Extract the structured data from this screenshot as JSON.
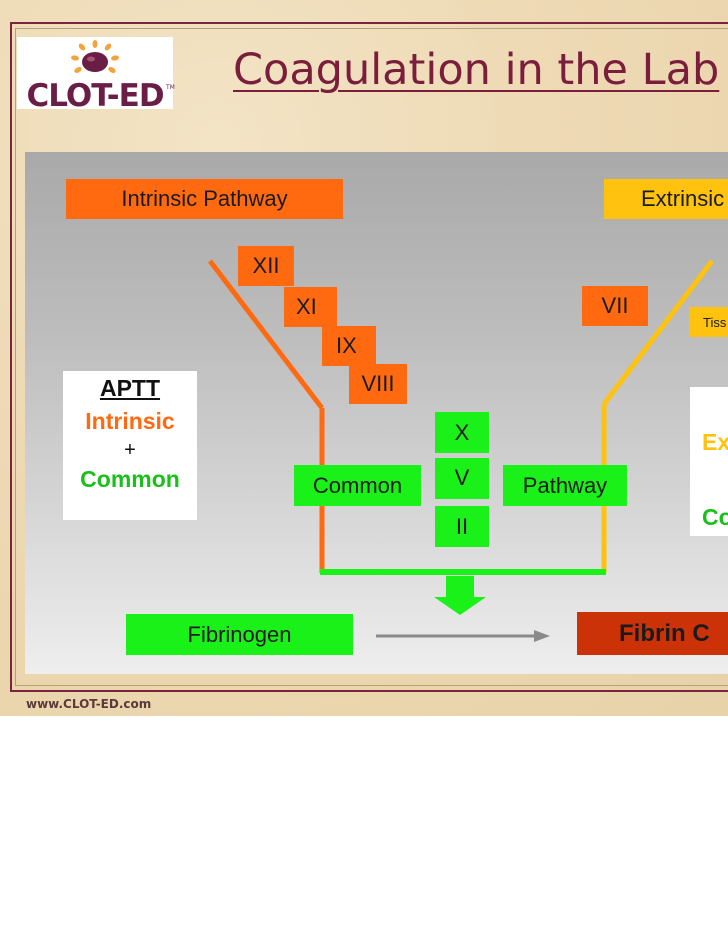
{
  "header": {
    "logo_text": "CLOT-ED",
    "logo_tm": "TM",
    "title": "Coagulation in the Lab"
  },
  "pathways": {
    "intrinsic_label": "Intrinsic Pathway",
    "extrinsic_label": "Extrinsic"
  },
  "factors": {
    "intrinsic": [
      "XII",
      "XI",
      "IX",
      "VIII"
    ],
    "extrinsic": [
      "VII"
    ],
    "tissue_factor_partial": "Tiss",
    "common": [
      "X",
      "V",
      "II"
    ]
  },
  "common_pathway": {
    "left_label": "Common",
    "right_label": "Pathway"
  },
  "aptt_box": {
    "title": "APTT",
    "line1": "Intrinsic",
    "plus": "+",
    "line2": "Common"
  },
  "pt_box": {
    "line1_partial": "Ex",
    "line2_partial": "Co"
  },
  "products": {
    "fibrinogen": "Fibrinogen",
    "fibrin_partial": "Fibrin C"
  },
  "footer": {
    "url": "www.CLOT-ED.com"
  },
  "colors": {
    "intrinsic_orange": "#ff6a10",
    "extrinsic_yellow": "#ffc20e",
    "common_green": "#19f119",
    "fibrin_red": "#cc3208",
    "title_maroon": "#7a1e3c"
  }
}
